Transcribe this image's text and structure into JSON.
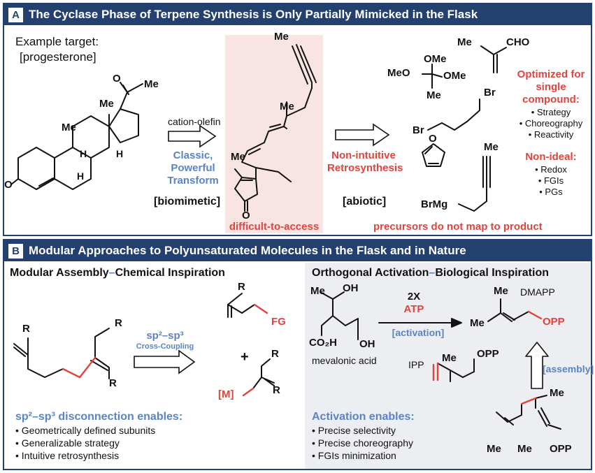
{
  "panel_a": {
    "badge": "A",
    "title": "The Cyclase Phase of Terpene Synthesis is Only Partially Mimicked in the Flask",
    "example_label": "Example target:",
    "example_name": "[progesterone]",
    "cation_olefin": "cation-olefin",
    "classic": "Classic,",
    "powerful": "Powerful",
    "transform": "Transform",
    "biomimetic": "[biomimetic]",
    "difficult": "difficult-to-access",
    "non_intuitive": "Non-intuitive",
    "retrosynthesis": "Retrosynthesis",
    "abiotic": "[abiotic]",
    "precursors": "precursors do not map to product",
    "optimized_lines": [
      "Optimized for",
      "single",
      "compound:"
    ],
    "optimized_items": [
      "• Strategy",
      "• Choreography",
      "• Reactivity"
    ],
    "nonideal_title": "Non-ideal:",
    "nonideal_items": [
      "• Redox",
      "• FGIs",
      "• PGs"
    ],
    "atoms": {
      "me": "Me",
      "o": "O",
      "h": "H",
      "cho": "CHO",
      "ome": "OMe",
      "meo": "MeO",
      "br": "Br",
      "brmg": "BrMg"
    }
  },
  "panel_b": {
    "badge": "B",
    "title": "Modular Approaches to Polyunsaturated Molecules in the Flask and in Nature",
    "left_heading_1": "Modular Assembly",
    "left_heading_dash": "–",
    "left_heading_2": "Chemical Inspiration",
    "right_heading_1": "Orthogonal Activation",
    "right_heading_dash": "–",
    "right_heading_2": "Biological Inspiration",
    "coupling_main": "sp²–sp³",
    "coupling_sub": "Cross-Coupling",
    "plus": "+",
    "disconnection_title": "sp²–sp³  disconnection enables:",
    "disconnection_items": [
      "• Geometrically defined subunits",
      "• Generalizable strategy",
      "• Intuitive retrosynthesis"
    ],
    "two_x": "2X",
    "atp": "ATP",
    "activation_tag": "[activation]",
    "assembly_tag": "[assembly]",
    "mevalonic": "mevalonic acid",
    "dmapp": "DMAPP",
    "ipp": "IPP",
    "activation_title": "Activation enables:",
    "activation_items": [
      "• Precise selectivity",
      "• Precise choreography",
      "• FGIs minimization"
    ],
    "atoms": {
      "r": "R",
      "fg": "FG",
      "m": "[M]",
      "me": "Me",
      "oh": "OH",
      "co2h": "CO₂H",
      "opp": "OPP"
    }
  }
}
